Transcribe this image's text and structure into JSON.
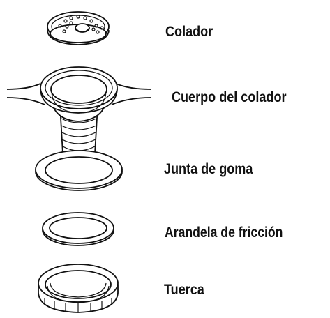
{
  "labels": {
    "strainer": "Colador",
    "body": "Cuerpo del colador",
    "gasket": "Junta de goma",
    "washer": "Arandela de fricción",
    "nut": "Tuerca"
  }
}
